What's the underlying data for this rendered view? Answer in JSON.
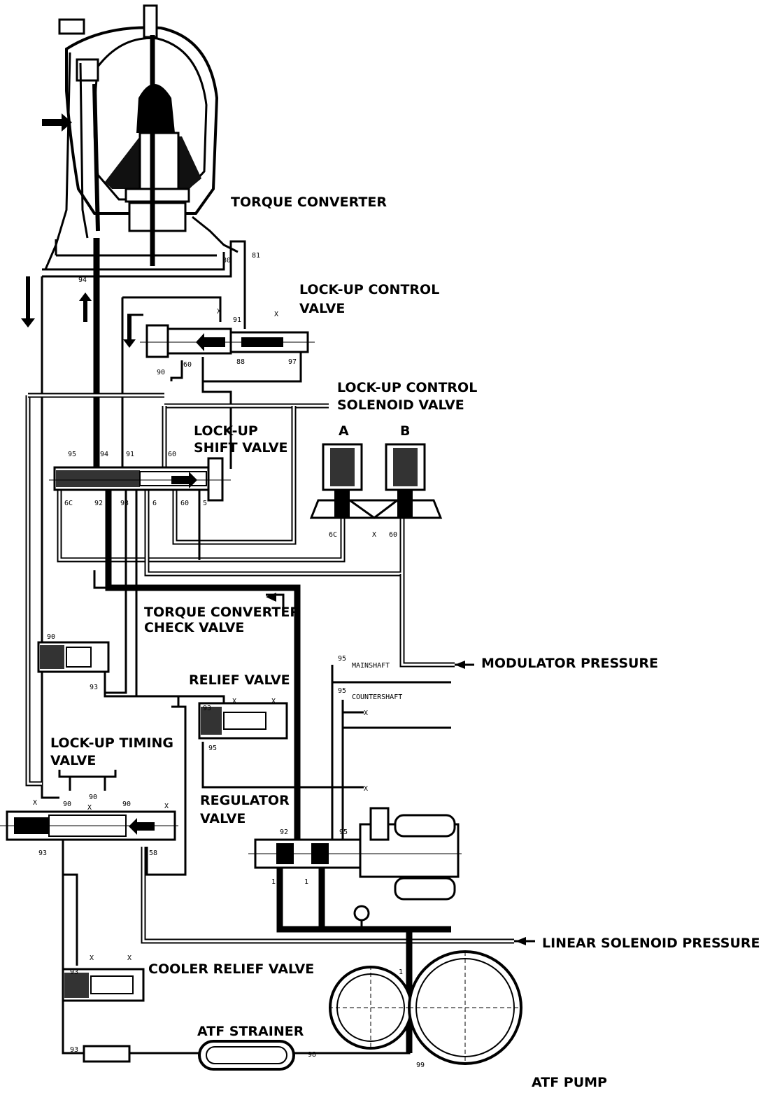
{
  "labels": {
    "torque_converter": "TORQUE CONVERTER",
    "lockup_control_valve_1": "LOCK-UP CONTROL",
    "lockup_control_valve_2": "VALVE",
    "lockup_control_solenoid_1": "LOCK-UP CONTROL",
    "lockup_control_solenoid_2": "SOLENOID VALVE",
    "lockup_shift_valve_1": "LOCK-UP",
    "lockup_shift_valve_2": "SHIFT VALVE",
    "solenoid_a": "A",
    "solenoid_b": "B",
    "tc_check_valve_1": "TORQUE CONVERTER",
    "tc_check_valve_2": "CHECK VALVE",
    "relief_valve": "RELIEF VALVE",
    "lockup_timing_valve_1": "LOCK-UP TIMING",
    "lockup_timing_valve_2": "VALVE",
    "regulator_valve_1": "REGULATOR",
    "regulator_valve_2": "VALVE",
    "modulator_pressure": "MODULATOR PRESSURE",
    "mainshaft": "MAINSHAFT",
    "countershaft": "COUNTERSHAFT",
    "linear_solenoid_pressure": "LINEAR SOLENOID PRESSURE",
    "cooler_relief_valve": "COOLER RELIEF VALVE",
    "atf_strainer": "ATF STRAINER",
    "atf_pump": "ATF PUMP"
  },
  "port_numbers": {
    "p80_top": "80",
    "p81_top": "81",
    "p94_top": "94",
    "x_ctrl_1": "X",
    "p91_ctrl": "91",
    "x_ctrl_2": "X",
    "p90_ctrl": "90",
    "p60_ctrl": "60",
    "p88_ctrl": "88",
    "p97_ctrl": "97",
    "p95_shift": "95",
    "p94_shift": "94",
    "p91_shift": "91",
    "p60_shift_top": "60",
    "p6c_shift": "6C",
    "p92_shift": "92",
    "p93_shift": "93",
    "p6_shift": "6",
    "p60_shift_bot": "60",
    "p5_shift": "5",
    "p6c_sol": "6C",
    "x_sol": "X",
    "p60_sol": "60",
    "p90_check": "90",
    "p93_check": "93",
    "p95_main": "95",
    "p95_counter": "95",
    "x_counter": "X",
    "x_relief": "X",
    "x_relief_2": "X",
    "p93_relief": "93",
    "p95_relief": "95",
    "x_reg": "X",
    "x_timing_1": "X",
    "p90_timing_1": "90",
    "p90_timing_2": "90",
    "x_timing_2": "X",
    "p90_timing_3": "90",
    "x_timing_3": "X",
    "p93_timing": "93",
    "p58_timing": "58",
    "p92_reg": "92",
    "p95_reg": "95",
    "p1_reg_a": "1",
    "p1_reg_b": "1",
    "x_cooler_1": "X",
    "x_cooler_2": "X",
    "p93_cooler": "93",
    "p1_pump": "1",
    "p93_strainer": "93",
    "p98_strainer": "98",
    "p99_pump": "99"
  }
}
